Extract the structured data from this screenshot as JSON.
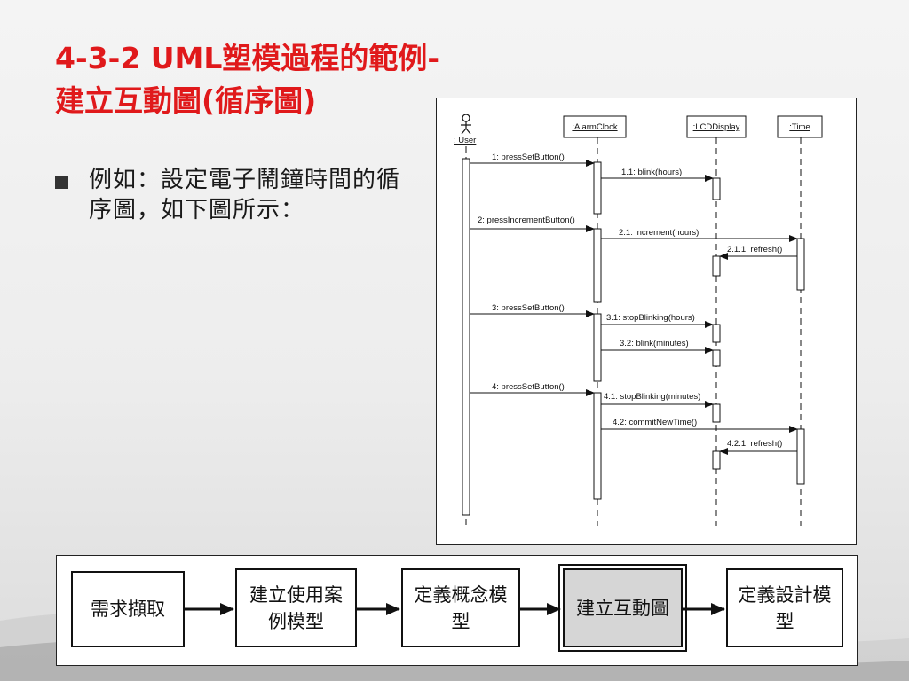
{
  "slide": {
    "title_line1": "4-3-2 UML塑模過程的範例-",
    "title_line2": "建立互動圖(循序圖)",
    "bullet_text": "例如：設定電子鬧鐘時間的循序圖，如下圖所示："
  },
  "sequence_diagram": {
    "actor": ": User",
    "objects": [
      ":AlarmClock",
      ":LCDDisplay",
      ":Time"
    ],
    "messages": [
      "1: pressSetButton()",
      "1.1: blink(hours)",
      "2: pressIncrementButton()",
      "2.1: increment(hours)",
      "2.1.1: refresh()",
      "3: pressSetButton()",
      "3.1: stopBlinking(hours)",
      "3.2: blink(minutes)",
      "4: pressSetButton()",
      "4.1: stopBlinking(minutes)",
      "4.2: commitNewTime()",
      "4.2.1: refresh()"
    ]
  },
  "process_flow": {
    "steps": [
      "需求擷取",
      "建立使用案例模型",
      "定義概念模型",
      "建立互動圖",
      "定義設計模型"
    ],
    "active_step": "建立互動圖"
  }
}
